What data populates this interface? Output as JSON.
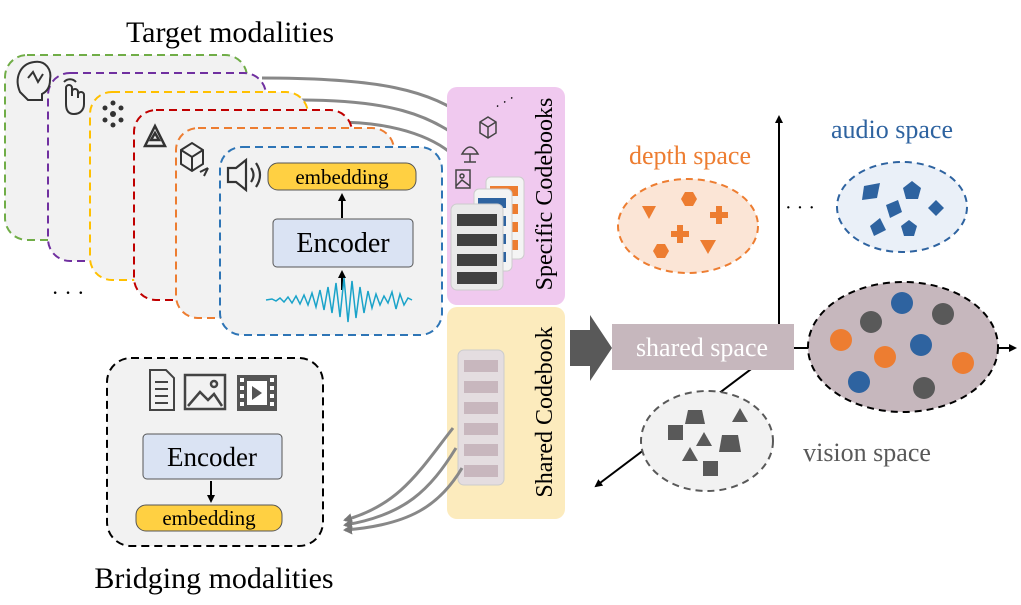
{
  "titles": {
    "target": "Target modalities",
    "bridging": "Bridging modalities"
  },
  "target_panel": {
    "embedding_label": "embedding",
    "encoder_label": "Encoder",
    "ellipsis": "· · ·"
  },
  "bridging_panel": {
    "embedding_label": "embedding",
    "encoder_label": "Encoder"
  },
  "codebooks": {
    "specific_label": "Specific Codebooks",
    "shared_label": "Shared Codebook",
    "specific_ellipsis": "· · ·"
  },
  "spaces": {
    "shared": "shared space",
    "depth": "depth space",
    "audio": "audio space",
    "vision": "vision space",
    "ellipsis": "· · ·"
  },
  "colors": {
    "depth": "#ed7d31",
    "audio": "#2e63a0",
    "vision": "#595959",
    "shared_box": "#c6b7bd",
    "specific_bg": "#f0c9ef",
    "shared_bg": "#fcebbd",
    "encoder_fill": "#dae3f3",
    "embedding_fill": "#ffd042",
    "card_borders": [
      "#70ad47",
      "#7030a0",
      "#ffc000",
      "#c00000",
      "#ed7d31",
      "#2e75b6"
    ]
  },
  "icons": {
    "target_modalities": [
      "brain-icon",
      "touch-hand-icon",
      "molecule-icon",
      "triangle-icon",
      "cube-3d-icon",
      "speaker-icon"
    ],
    "bridging_modalities": [
      "document-icon",
      "image-icon",
      "video-icon"
    ]
  }
}
